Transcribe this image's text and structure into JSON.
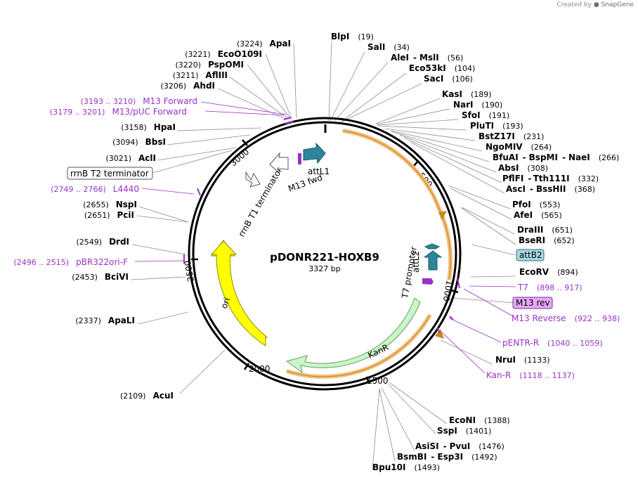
{
  "credit": {
    "prefix": "Created by",
    "brand": "SnapGene"
  },
  "plasmid": {
    "name": "pDONR221-HOXB9",
    "size": "3327 bp"
  },
  "ticks": [
    "500",
    "1000",
    "1500",
    "2000",
    "2500",
    "3000"
  ],
  "features": {
    "attL1": "attL1",
    "m13fwd": "M13 fwd",
    "rrnbT1": "rrnB T1 terminator",
    "attL2": "attL2",
    "t7promoter": "T7 promoter",
    "kanr": "KanR",
    "ori": "ori"
  },
  "sites": [
    {
      "name": "BlpI",
      "pos": "(19)"
    },
    {
      "name": "SalI",
      "pos": "(34)"
    },
    {
      "name": "AleI",
      "sep": "-",
      "name2": "MslI",
      "pos": "(56)"
    },
    {
      "name": "Eco53kI",
      "pos": "(104)"
    },
    {
      "name": "SacI",
      "pos": "(106)"
    },
    {
      "name": "KasI",
      "pos": "(189)"
    },
    {
      "name": "NarI",
      "pos": "(190)"
    },
    {
      "name": "SfoI",
      "pos": "(191)"
    },
    {
      "name": "PluTI",
      "pos": "(193)"
    },
    {
      "name": "BstZ17I",
      "pos": "(231)"
    },
    {
      "name": "NgoMIV",
      "pos": "(264)"
    },
    {
      "name": "BfuAI",
      "sep": "-",
      "name2": "BspMI",
      "sep2": "-",
      "name3": "NaeI",
      "pos": "(266)"
    },
    {
      "name": "AbsI",
      "pos": "(308)"
    },
    {
      "name": "PflFI",
      "sep": "-",
      "name2": "Tth111I",
      "pos": "(332)"
    },
    {
      "name": "AscI",
      "sep": "-",
      "name2": "BssHII",
      "pos": "(368)"
    },
    {
      "name": "PfoI",
      "pos": "(553)"
    },
    {
      "name": "AfeI",
      "pos": "(565)"
    },
    {
      "name": "DraIII",
      "pos": "(651)"
    },
    {
      "name": "BseRI",
      "pos": "(652)"
    },
    {
      "name": "EcoRV",
      "pos": "(894)"
    },
    {
      "name": "NruI",
      "pos": "(1133)"
    },
    {
      "name": "EcoNI",
      "pos": "(1388)"
    },
    {
      "name": "SspI",
      "pos": "(1401)"
    },
    {
      "name": "AsiSI",
      "sep": "-",
      "name2": "PvuI",
      "pos": "(1476)"
    },
    {
      "name": "BsmBI",
      "sep": "-",
      "name2": "Esp3I",
      "pos": "(1492)"
    },
    {
      "name": "Bpu10I",
      "pos": "(1493)"
    },
    {
      "name": "AcuI",
      "pos": "(2109)"
    },
    {
      "name": "ApaLI",
      "pos": "(2337)"
    },
    {
      "name": "BciVI",
      "pos": "(2453)"
    },
    {
      "name": "DrdI",
      "pos": "(2549)"
    },
    {
      "name": "PciI",
      "pos": "(2651)"
    },
    {
      "name": "NspI",
      "pos": "(2655)"
    },
    {
      "name": "AclI",
      "pos": "(3021)"
    },
    {
      "name": "BbsI",
      "pos": "(3094)"
    },
    {
      "name": "HpaI",
      "pos": "(3158)"
    },
    {
      "name": "AhdI",
      "pos": "(3206)"
    },
    {
      "name": "AflIII",
      "pos": "(3211)"
    },
    {
      "name": "PspOMI",
      "pos": "(3220)"
    },
    {
      "name": "EcoO109I",
      "pos": "(3221)"
    },
    {
      "name": "ApaI",
      "pos": "(3224)"
    }
  ],
  "primers": [
    {
      "name": "T7",
      "range": "(898 .. 917)"
    },
    {
      "name": "M13 Reverse",
      "range": "(922 .. 938)"
    },
    {
      "name": "pENTR-R",
      "range": "(1040 .. 1059)"
    },
    {
      "name": "Kan-R",
      "range": "(1118 .. 1137)"
    },
    {
      "name": "pBR322ori-F",
      "range": "(2496 .. 2515)"
    },
    {
      "name": "L4440",
      "range": "(2749 .. 2766)"
    },
    {
      "name": "M13/pUC Forward",
      "range": "(3179 .. 3201)"
    },
    {
      "name": "M13 Forward",
      "range": "(3193 .. 3210)"
    }
  ],
  "boxed_labels": {
    "attB2": "attB2",
    "m13rev": "M13 rev",
    "rrnbT2": "rrnB T2 terminator"
  }
}
